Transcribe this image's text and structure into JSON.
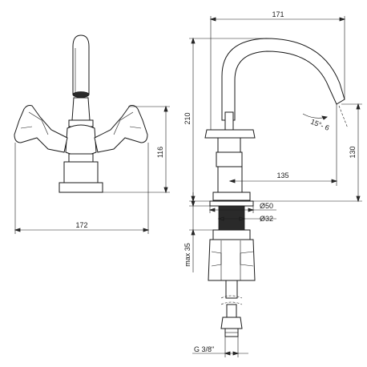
{
  "drawing": {
    "front_view": {
      "width_label": "172",
      "height_label": "116"
    },
    "side_view": {
      "reach_top_label": "171",
      "total_height_label": "210",
      "spout_height_label": "130",
      "reach_label": "135",
      "angle_label": "15°- 6",
      "hole_diameter_label": "Ø50",
      "nut_diameter_label": "Ø32",
      "max_thickness_label": "max 35",
      "thread_label": "G 3/8\""
    }
  }
}
